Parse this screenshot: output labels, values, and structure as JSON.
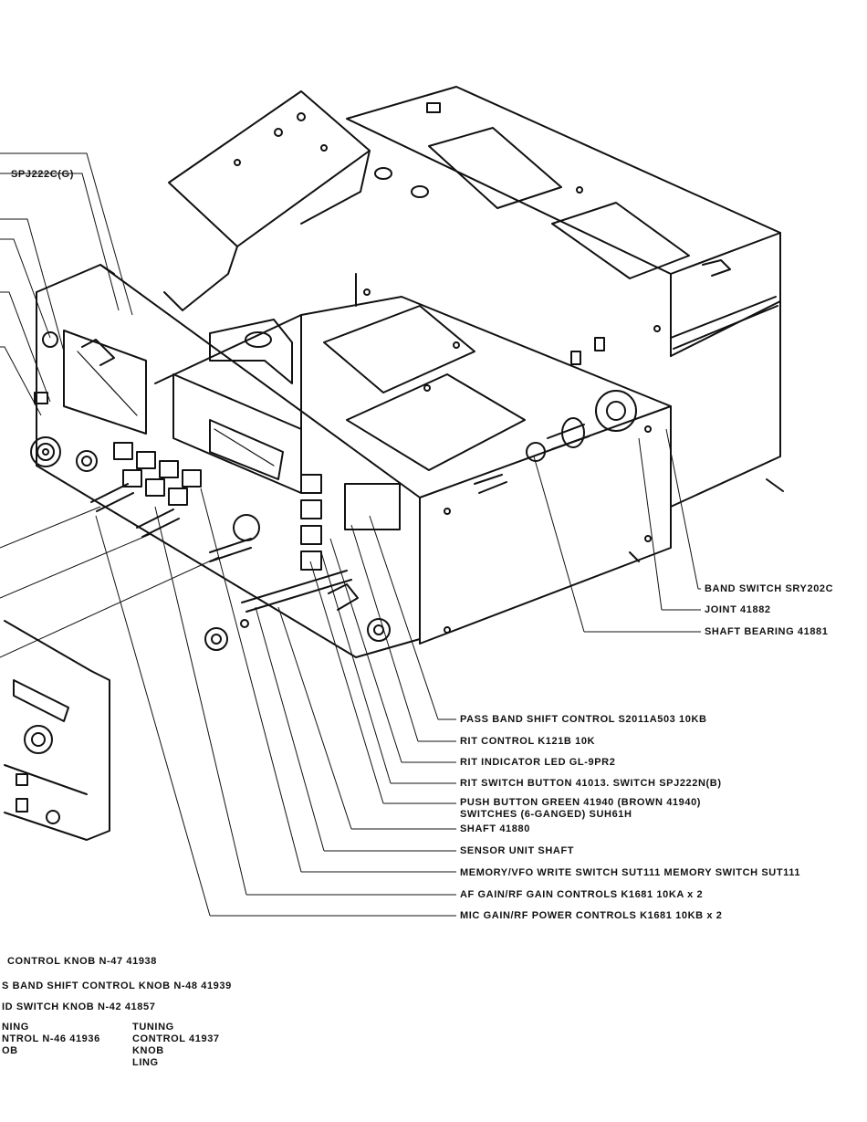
{
  "callouts_right": [
    "BAND SWITCH SRY202C",
    "JOINT 41882",
    "SHAFT BEARING  41881",
    "PASS BAND SHIFT CONTROL  S2011A503 10KB",
    "RIT CONTROL  K121B 10K",
    "RIT INDICATOR LED GL-9PR2",
    "RIT SWITCH BUTTON 41013.    SWITCH  SPJ222N(B)",
    "PUSH BUTTON GREEN 41940 (BROWN 41940)",
    "SWITCHES (6-GANGED)  SUH61H",
    "SHAFT 41880",
    "SENSOR UNIT SHAFT",
    "MEMORY/VFO WRITE SWITCH SUT111   MEMORY SWITCH SUT111",
    "AF GAIN/RF GAIN CONTROLS   K1681  10KA x 2",
    "MIC GAIN/RF POWER CONTROLS K1681 10KB x 2"
  ],
  "callout_top_left": "SPJ222C(G)",
  "callouts_bottom": [
    "CONTROL KNOB   N-47 41938",
    "S BAND SHIFT CONTROL KNOB   N-48 41939",
    "ID SWITCH KNOB   N-42 41857"
  ],
  "knob_left_lines": [
    "NING",
    "NTROL  N-46 41936",
    "OB"
  ],
  "knob_right_lines": [
    "TUNING",
    "CONTROL   41937",
    "KNOB",
    "LING"
  ]
}
